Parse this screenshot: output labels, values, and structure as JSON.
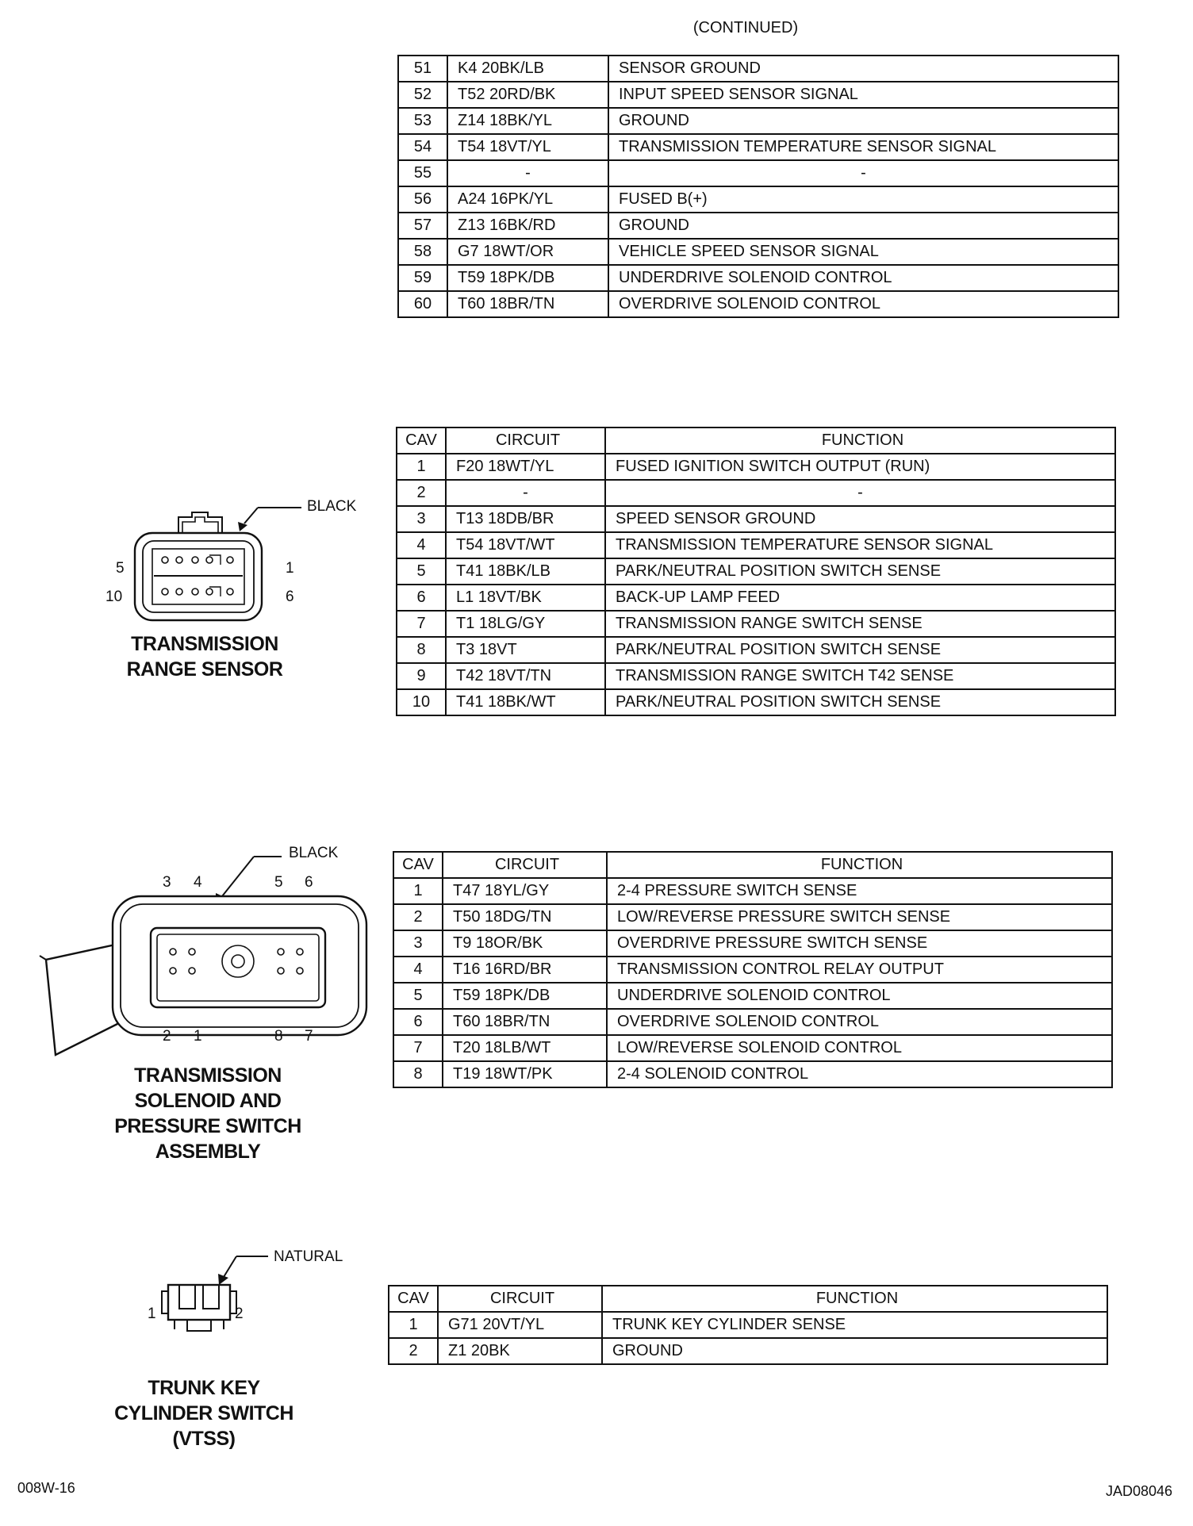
{
  "header": {
    "continued": "(CONTINUED)"
  },
  "table_continued": {
    "rows": [
      [
        "51",
        "K4 20BK/LB",
        "SENSOR GROUND"
      ],
      [
        "52",
        "T52 20RD/BK",
        "INPUT SPEED SENSOR SIGNAL"
      ],
      [
        "53",
        "Z14 18BK/YL",
        "GROUND"
      ],
      [
        "54",
        "T54 18VT/YL",
        "TRANSMISSION TEMPERATURE SENSOR SIGNAL"
      ],
      [
        "55",
        "-",
        "-"
      ],
      [
        "56",
        "A24 16PK/YL",
        "FUSED B(+)"
      ],
      [
        "57",
        "Z13 16BK/RD",
        "GROUND"
      ],
      [
        "58",
        "G7 18WT/OR",
        "VEHICLE SPEED SENSOR SIGNAL"
      ],
      [
        "59",
        "T59 18PK/DB",
        "UNDERDRIVE SOLENOID CONTROL"
      ],
      [
        "60",
        "T60 18BR/TN",
        "OVERDRIVE SOLENOID CONTROL"
      ]
    ]
  },
  "range_sensor": {
    "color_label": "BLACK",
    "pin_labels": {
      "top_left": "5",
      "top_right": "1",
      "bottom_left": "10",
      "bottom_right": "6"
    },
    "caption_line1": "TRANSMISSION",
    "caption_line2": "RANGE SENSOR",
    "headers": [
      "CAV",
      "CIRCUIT",
      "FUNCTION"
    ],
    "rows": [
      [
        "1",
        "F20 18WT/YL",
        "FUSED IGNITION SWITCH OUTPUT (RUN)"
      ],
      [
        "2",
        "-",
        "-"
      ],
      [
        "3",
        "T13 18DB/BR",
        "SPEED SENSOR GROUND"
      ],
      [
        "4",
        "T54 18VT/WT",
        "TRANSMISSION TEMPERATURE SENSOR SIGNAL"
      ],
      [
        "5",
        "T41 18BK/LB",
        "PARK/NEUTRAL POSITION SWITCH SENSE"
      ],
      [
        "6",
        "L1 18VT/BK",
        "BACK-UP LAMP FEED"
      ],
      [
        "7",
        "T1 18LG/GY",
        "TRANSMISSION RANGE SWITCH SENSE"
      ],
      [
        "8",
        "T3 18VT",
        "PARK/NEUTRAL POSITION SWITCH SENSE"
      ],
      [
        "9",
        "T42 18VT/TN",
        "TRANSMISSION RANGE SWITCH T42 SENSE"
      ],
      [
        "10",
        "T41 18BK/WT",
        "PARK/NEUTRAL POSITION SWITCH SENSE"
      ]
    ]
  },
  "solenoid_assembly": {
    "color_label": "BLACK",
    "pin_labels": {
      "t1": "3",
      "t2": "4",
      "t3": "5",
      "t4": "6",
      "b1": "2",
      "b2": "1",
      "b3": "8",
      "b4": "7"
    },
    "caption_line1": "TRANSMISSION",
    "caption_line2": "SOLENOID AND",
    "caption_line3": "PRESSURE SWITCH",
    "caption_line4": "ASSEMBLY",
    "headers": [
      "CAV",
      "CIRCUIT",
      "FUNCTION"
    ],
    "rows": [
      [
        "1",
        "T47 18YL/GY",
        "2-4 PRESSURE SWITCH SENSE"
      ],
      [
        "2",
        "T50 18DG/TN",
        "LOW/REVERSE PRESSURE SWITCH SENSE"
      ],
      [
        "3",
        "T9 18OR/BK",
        "OVERDRIVE PRESSURE SWITCH SENSE"
      ],
      [
        "4",
        "T16 16RD/BR",
        "TRANSMISSION CONTROL RELAY OUTPUT"
      ],
      [
        "5",
        "T59 18PK/DB",
        "UNDERDRIVE SOLENOID CONTROL"
      ],
      [
        "6",
        "T60 18BR/TN",
        "OVERDRIVE SOLENOID CONTROL"
      ],
      [
        "7",
        "T20 18LB/WT",
        "LOW/REVERSE SOLENOID CONTROL"
      ],
      [
        "8",
        "T19 18WT/PK",
        "2-4 SOLENOID CONTROL"
      ]
    ]
  },
  "trunk_switch": {
    "color_label": "NATURAL",
    "pin_labels": {
      "left": "1",
      "right": "2"
    },
    "caption_line1": "TRUNK KEY",
    "caption_line2": "CYLINDER SWITCH",
    "caption_line3": "(VTSS)",
    "headers": [
      "CAV",
      "CIRCUIT",
      "FUNCTION"
    ],
    "rows": [
      [
        "1",
        "G71 20VT/YL",
        "TRUNK KEY CYLINDER SENSE"
      ],
      [
        "2",
        "Z1 20BK",
        "GROUND"
      ]
    ]
  },
  "footer": {
    "left": "008W-16",
    "right": "JAD08046"
  }
}
